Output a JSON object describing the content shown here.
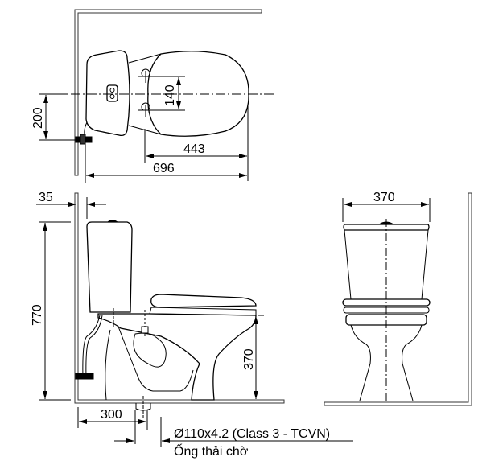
{
  "drawing": {
    "title": "Two-piece toilet technical dimension drawing",
    "views": [
      "top",
      "side",
      "front"
    ],
    "top_view": {
      "dimensions": {
        "depth_center_to_supply": "200",
        "seat_bolt_spacing": "140",
        "bolt_to_front": "443",
        "overall_length": "696"
      }
    },
    "side_view": {
      "dimensions": {
        "wall_gap": "35",
        "overall_height": "770",
        "seat_height": "370",
        "rough_in": "300"
      },
      "drain_note": {
        "spec": "Ø110x4.2 (Class 3 - TCVN)",
        "label": "Ống thải chờ"
      }
    },
    "front_view": {
      "dimensions": {
        "tank_width": "370"
      }
    },
    "colors": {
      "line": "#000000",
      "wall": "#555555",
      "background": "#ffffff"
    }
  }
}
